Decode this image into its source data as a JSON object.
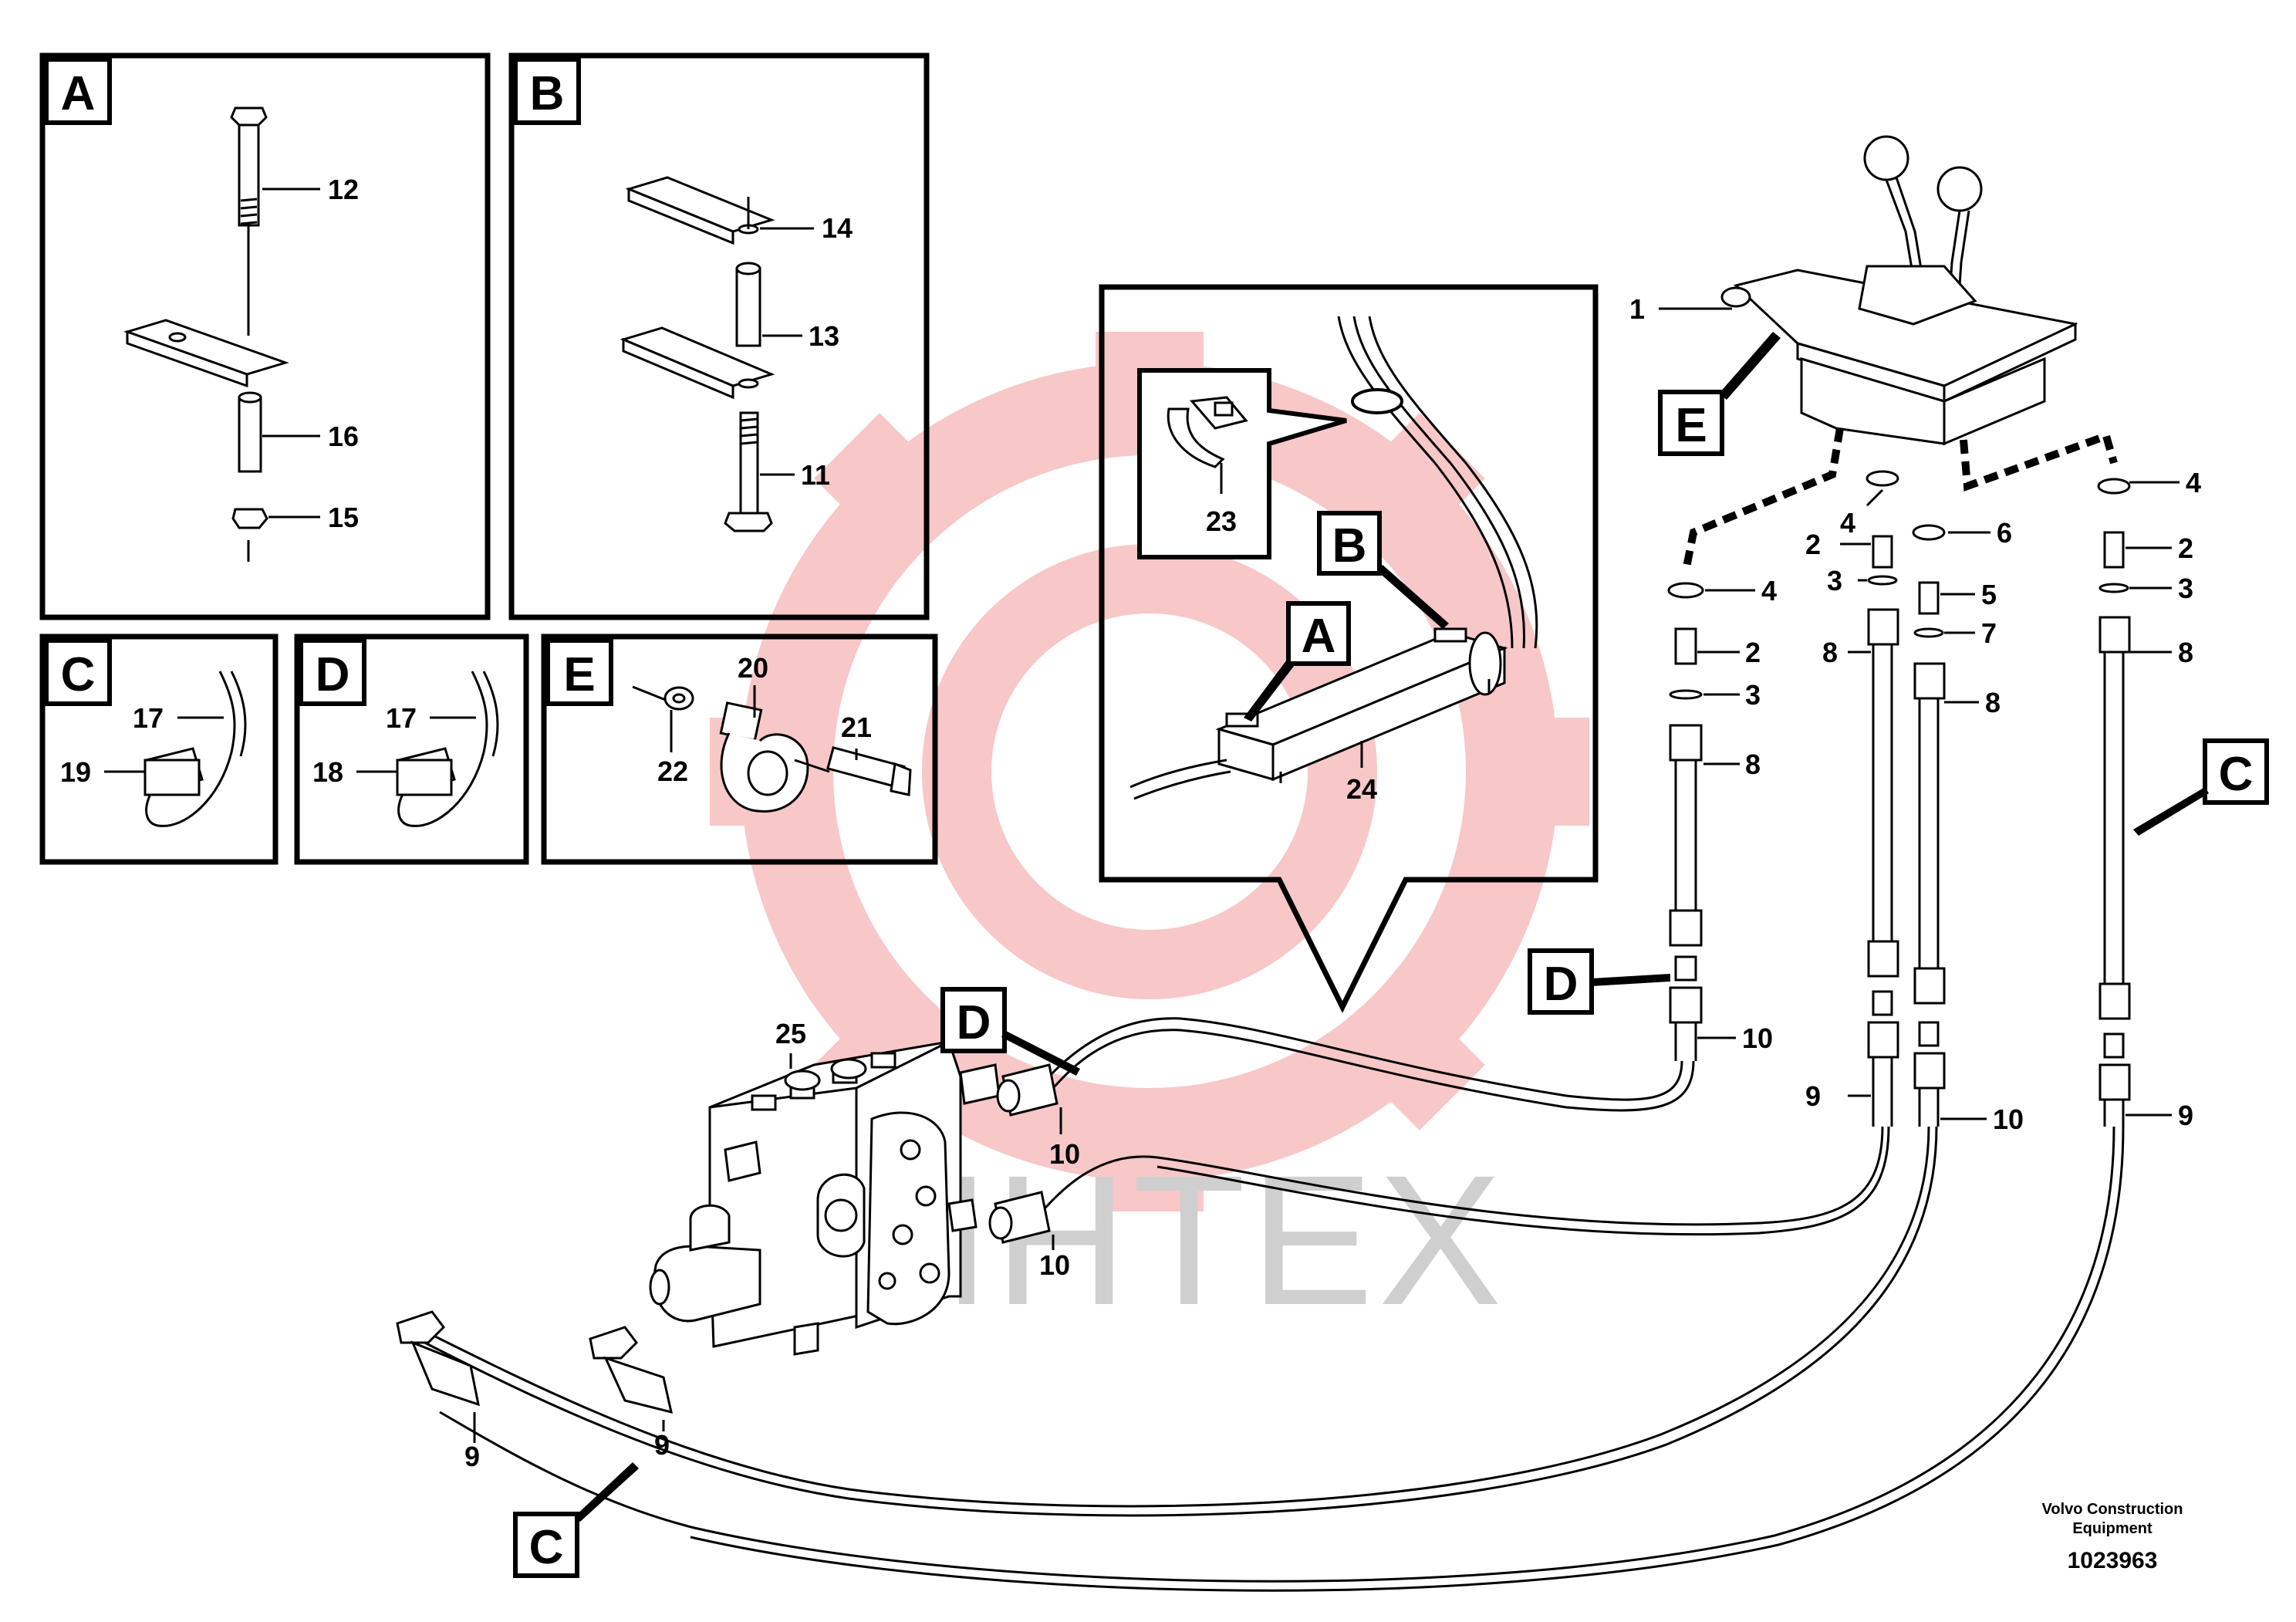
{
  "watermark": {
    "text": "ИНТЕХ",
    "gear_color": "#f8c7c7",
    "text_color": "#cfcfcf"
  },
  "panels": {
    "A": {
      "letter": "A",
      "parts": {
        "bolt": "12",
        "bracket_sleeve": "16",
        "washer": "15"
      }
    },
    "B": {
      "letter": "B",
      "parts": {
        "top_plate": "14",
        "spacer": "13",
        "bolt": "11"
      }
    },
    "C": {
      "letter": "C",
      "parts": {
        "tie": "17",
        "block": "19"
      }
    },
    "D": {
      "letter": "D",
      "parts": {
        "tie": "17",
        "block": "18"
      }
    },
    "E": {
      "letter": "E",
      "parts": {
        "clamp": "20",
        "screw": "21",
        "washer": "22"
      }
    }
  },
  "detail": {
    "clip": "23",
    "bar": "24",
    "pointer_A": "A",
    "pointer_B": "B"
  },
  "main_labels": {
    "control_unit": "1",
    "pointer_E": "E",
    "left_washer": "4",
    "left_nipple": "2",
    "left_oring": "3",
    "left_hose_end": "8",
    "left_hose": "10",
    "pointer_D_right": "D",
    "mid_washer": "4",
    "mid_nipple": "2",
    "mid_oring": "3",
    "mid_hose_end": "8",
    "mid_hose": "9",
    "mid2_washer": "6",
    "mid2_nipple": "5",
    "mid2_oring": "7",
    "mid2_hose_end": "8",
    "mid2_hose": "10",
    "right_washer": "4",
    "right_nipple": "2",
    "right_oring": "3",
    "right_hose_end": "8",
    "right_hose": "9",
    "pointer_C_right": "C",
    "valve": "25",
    "valve_hose_top": "10",
    "valve_hose_mid": "10",
    "valve_hose_left": "9",
    "valve_hose_left2": "9",
    "pointer_D_left": "D",
    "pointer_C_bottom": "C"
  },
  "footer": {
    "company_line1": "Volvo Construction",
    "company_line2": "Equipment",
    "drawing_number": "1023963"
  }
}
